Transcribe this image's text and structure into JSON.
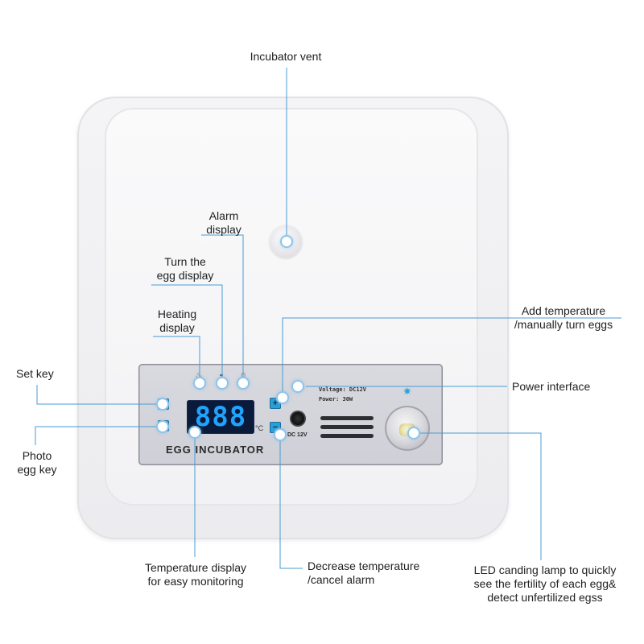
{
  "product": {
    "brand_label": "EGG INCUBATOR",
    "display_value": "888",
    "unit": "°C",
    "voltage": "Voltage: DC12V",
    "power": "Power: 30W",
    "dc_label": "DC 12V"
  },
  "labels": {
    "incubator_vent": "Incubator vent",
    "alarm_display_1": "Alarm",
    "alarm_display_2": "display",
    "turn_egg_display_1": "Turn the",
    "turn_egg_display_2": "egg display",
    "heating_display_1": "Heating",
    "heating_display_2": "display",
    "add_temp_1": "Add temperature",
    "add_temp_2": "/manually turn eggs",
    "set_key": "Set key",
    "power_interface": "Power interface",
    "photo_egg_key_1": "Photo",
    "photo_egg_key_2": "egg key",
    "temp_display_1": "Temperature display",
    "temp_display_2": "for easy monitoring",
    "decrease_temp_1": "Decrease temperature",
    "decrease_temp_2": "/cancel alarm",
    "led_lamp_1": "LED canding lamp to quickly",
    "led_lamp_2": "see the fertility of each egg&",
    "led_lamp_3": "detect unfertilized egss"
  },
  "icons": {
    "heating": "flame-icon",
    "turn_egg": "egg-turn-icon",
    "alarm": "bell-icon",
    "lamp": "sun-icon"
  },
  "colors": {
    "accent_blue": "#2a9fd8",
    "leader_line": "#4a9bd4",
    "lcd_digits": "#1fa3ff"
  }
}
